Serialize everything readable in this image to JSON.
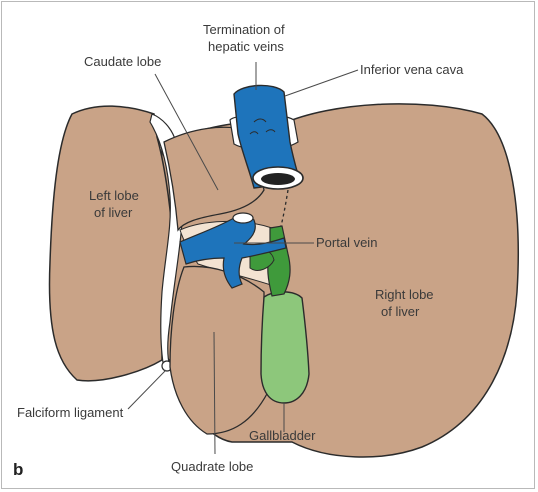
{
  "panel_letter": "b",
  "labels": {
    "termination_line1": "Termination of",
    "termination_line2": "hepatic veins",
    "caudate_lobe": "Caudate lobe",
    "inferior_vena_cava": "Inferior vena cava",
    "left_lobe_line1": "Left lobe",
    "left_lobe_line2": "of liver",
    "portal_vein": "Portal vein",
    "right_lobe_line1": "Right lobe",
    "right_lobe_line2": "of liver",
    "falciform_ligament": "Falciform ligament",
    "gallbladder": "Gallbladder",
    "quadrate_lobe": "Quadrate lobe"
  },
  "colors": {
    "liver": "#c9a387",
    "outline": "#2b2b2b",
    "vena_cava": "#1e74bb",
    "portal_vein": "#1e74bb",
    "bile_duct": "#3f9a3b",
    "gallbladder": "#8dc77b",
    "ligament": "#ffffff",
    "hilum": "#f3e3d2",
    "leader": "#4a4a4a"
  }
}
